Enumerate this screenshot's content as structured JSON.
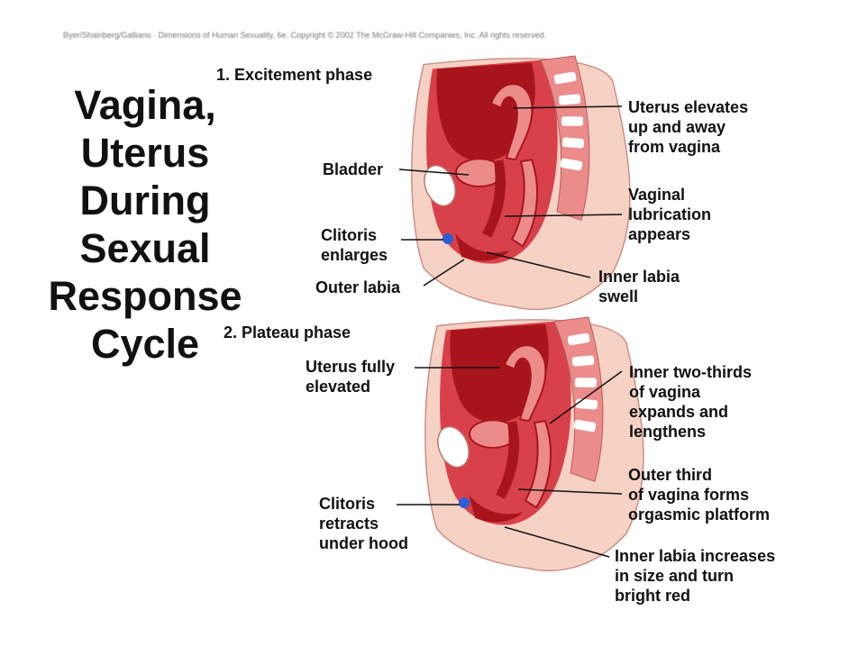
{
  "credit": "Byer/Shainberg/Galliano · Dimensions of Human Sexuality, 6e. Copyright © 2002 The McGraw-Hill Companies, Inc. All rights reserved.",
  "title_lines": [
    "Vagina,",
    "Uterus",
    "During",
    "Sexual",
    "Response",
    "Cycle"
  ],
  "phases": {
    "excitement": "1.  Excitement phase",
    "plateau": "2.  Plateau phase"
  },
  "labels": {
    "bladder": [
      "Bladder"
    ],
    "clitoris_enlarges": [
      "Clitoris",
      "enlarges"
    ],
    "outer_labia": [
      "Outer labia"
    ],
    "uterus_elevates": [
      "Uterus elevates",
      "up and away",
      "from vagina"
    ],
    "vaginal_lubrication": [
      "Vaginal",
      "lubrication",
      "appears"
    ],
    "inner_labia_swell": [
      "Inner labia",
      "swell"
    ],
    "uterus_fully_elevated": [
      "Uterus fully",
      "elevated"
    ],
    "inner_two_thirds": [
      "Inner two-thirds",
      "of vagina",
      "expands and",
      "lengthens"
    ],
    "outer_third": [
      "Outer third",
      "of vagina forms",
      "orgasmic platform"
    ],
    "clitoris_retracts": [
      "Clitoris",
      "retracts",
      "under hood"
    ],
    "inner_labia_increases": [
      "Inner labia increases",
      "in size and turn",
      "bright red"
    ]
  },
  "colors": {
    "tissue_dark": "#a8141b",
    "tissue_mid": "#d8414a",
    "tissue_light": "#eb8c8a",
    "skin": "#f6d2c5",
    "vertebra": "#ffffff",
    "clitoris": "#2c5fd6",
    "leader_line": "#111111"
  }
}
